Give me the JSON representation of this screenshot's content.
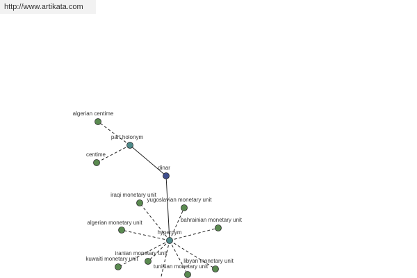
{
  "header": {
    "url": "http://www.artikata.com"
  },
  "colors": {
    "leaf": "#5a8a50",
    "relation": "#4f8a8a",
    "center": "#3f4e8c",
    "edge": "#222222",
    "label": "#333333"
  },
  "graph": {
    "center": {
      "id": "dinar",
      "label": "dinar"
    },
    "relations": [
      {
        "id": "part-holonym",
        "label": "part holonym",
        "items": [
          {
            "id": "algerian-centime",
            "label": "algerian centime"
          },
          {
            "id": "centime",
            "label": "centime"
          }
        ]
      },
      {
        "id": "hypernym",
        "label": "hypernym",
        "items": [
          {
            "id": "iraqi-monetary-unit",
            "label": "iraqi monetary unit"
          },
          {
            "id": "yugoslavian-monetary-unit",
            "label": "yugoslavian monetary unit"
          },
          {
            "id": "algerian-monetary-unit",
            "label": "algerian monetary unit"
          },
          {
            "id": "bahrainian-monetary-unit",
            "label": "bahrainian monetary unit"
          },
          {
            "id": "iranian-monetary-unit",
            "label": "iranian monetary unit"
          },
          {
            "id": "kuwaiti-monetary-unit",
            "label": "kuwaiti monetary unit"
          },
          {
            "id": "tunisian-monetary-unit",
            "label": "tunisian monetary unit"
          },
          {
            "id": "libyan-monetary-unit",
            "label": "libyan monetary unit"
          }
        ]
      }
    ]
  }
}
